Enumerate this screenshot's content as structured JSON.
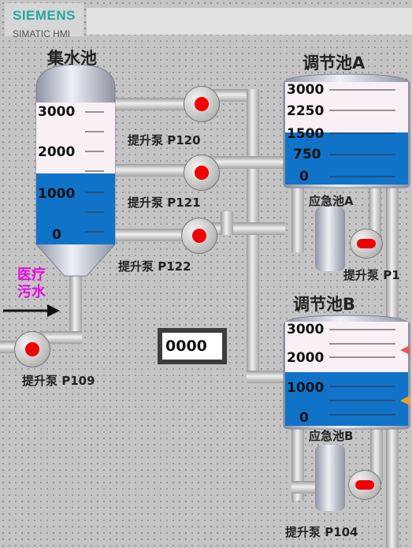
{
  "header": {
    "brand": "SIEMENS",
    "product": "SIMATIC HMI"
  },
  "collection_tank": {
    "title": "集水池",
    "scale": [
      "3000",
      "2000",
      "1000",
      "0"
    ],
    "level_fraction": 0.5
  },
  "tank_a": {
    "title_cn": "调节池",
    "title_letter": "A",
    "scale": [
      "3000",
      "2250",
      "1500",
      "750",
      "0"
    ],
    "level_fraction": 0.5
  },
  "tank_b": {
    "title_cn": "调节池",
    "title_letter": "B",
    "scale": [
      "3000",
      "2000",
      "1000",
      "0"
    ],
    "level_fraction": 0.5
  },
  "emergency_a": {
    "label": "应急池A"
  },
  "emergency_b": {
    "label": "应急池B"
  },
  "pumps": {
    "p120": "提升泵 P120",
    "p121": "提升泵 P121",
    "p122": "提升泵 P122",
    "p109": "提升泵 P109",
    "p104": "提升泵 P104",
    "p1_partial": "提升泵 P1"
  },
  "inflow": {
    "line1": "医疗",
    "line2": "污水"
  },
  "display": {
    "value": "0000"
  },
  "colors": {
    "water": "#1173c8",
    "pump_on": "#f20000",
    "brand": "#23a9a6",
    "inflow_text": "#e60ae0"
  }
}
